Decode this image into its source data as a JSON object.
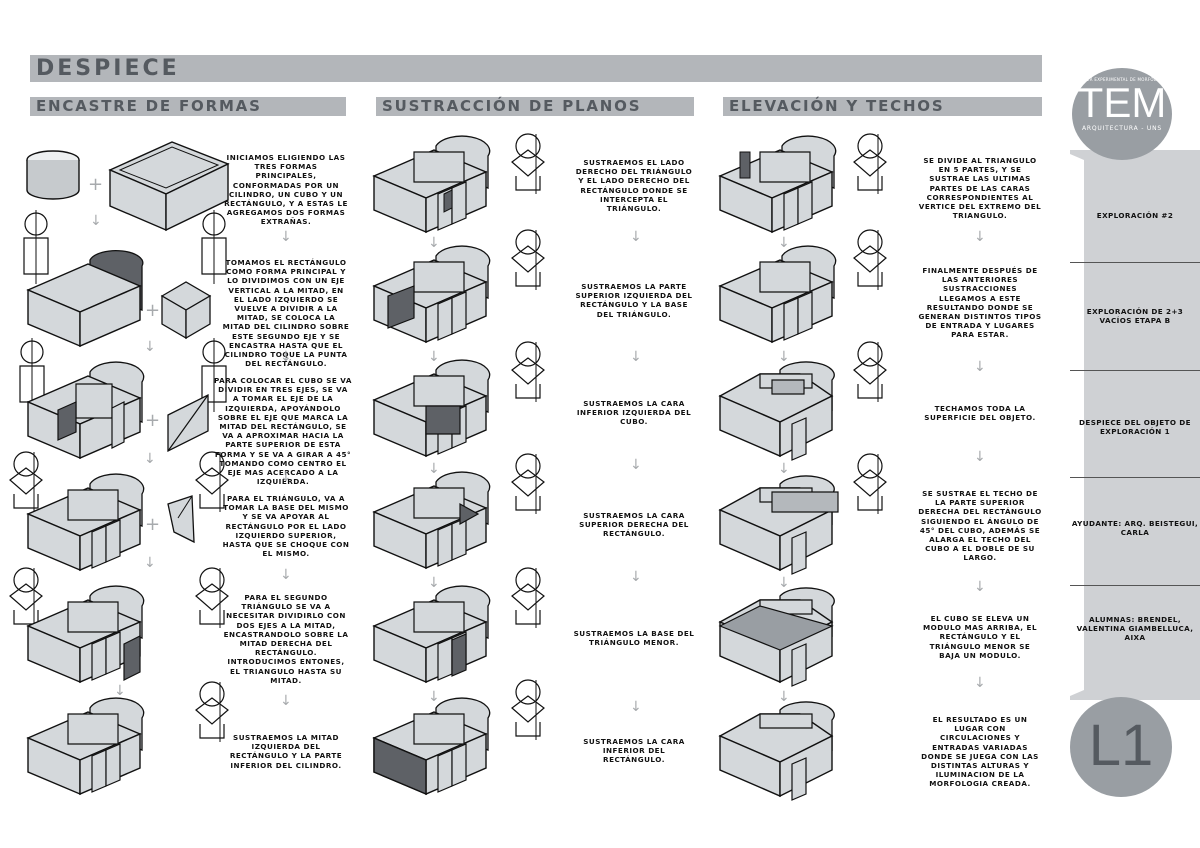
{
  "header": {
    "title": "DESPIECE",
    "sections": [
      "ENCASTRE DE FORMAS",
      "SUSTRACCIÓN DE PLANOS",
      "ELEVACIÓN Y TECHOS"
    ]
  },
  "column1_steps": [
    "INICIAMOS ELIGIENDO LAS TRES FORMAS PRINCIPALES, CONFORMADAS POR UN CILINDRO, UN CUBO Y UN RECTÁNGULO, Y A ESTAS LE AGREGAMOS DOS FORMAS EXTRAÑAS.",
    "TOMAMOS EL RECTÁNGULO COMO FORMA PRINCIPAL Y LO DIVIDIMOS CON UN EJE VERTICAL A LA MITAD, EN EL LADO IZQUIERDO SE VUELVE A DIVIDIR A LA MITAD, SE COLOCA LA MITAD DEL CILINDRO SOBRE ESTE SEGUNDO EJE Y SE ENCASTRA HASTA QUE EL CILINDRO TOQUE LA PUNTA DEL RECTÁNGULO.",
    "PARA COLOCAR EL CUBO SE VA DIVIDIR EN TRES EJES, SE VA A TOMAR EL EJE DE LA IZQUIERDA, APOYÁNDOLO SOBRE EL EJE QUE MARCA LA MITAD DEL RECTÁNGULO, SE VA A APROXIMAR HACIA LA PARTE SUPERIOR DE ESTA FORMA Y SE VA A GIRAR A 45° TOMANDO COMO CENTRO EL EJE MAS ACERCADO A LA IZQUIERDA.",
    "PARA EL TRIÁNGULO, VA A TOMAR LA BASE DEL MISMO Y SE VA APOYAR AL RECTÁNGULO POR EL LADO IZQUIERDO SUPERIOR, HASTA QUE SE CHOQUE CON EL MISMO.",
    "PARA EL SEGUNDO TRIÁNGULO SE VA A NECESITAR DIVIDIRLO CON DOS EJES A LA MITAD, ENCASTRANDOLO SOBRE LA MITAD DERECHA DEL RECTÁNGULO. INTRODUCIMOS ENTONES, EL TRIANGULO HASTA SU MITAD.",
    "SUSTRAEMOS LA MITAD IZQUIERDA DEL RECTÁNGULO Y LA PARTE INFERIOR DEL CILINDRO."
  ],
  "column2_steps": [
    "SUSTRAEMOS EL LADO DERECHO DEL TRIÁNGULO Y EL LADO DERECHO DEL RECTÁNGULO DONDE SE INTERCEPTA EL TRIÁNGULO.",
    "SUSTRAEMOS LA PARTE SUPERIOR IZQUIERDA DEL RECTÁNGULO Y LA BASE DEL TRIÁNGULO.",
    "SUSTRAEMOS LA CARA INFERIOR IZQUIERDA DEL CUBO.",
    "SUSTRAEMOS LA CARA SUPERIOR DERECHA DEL RECTÁNGULO.",
    "SUSTRAEMOS LA BASE DEL TRIÁNGULO MENOR.",
    "SUSTRAEMOS LA CARA INFERIOR DEL RECTÁNGULO."
  ],
  "column3_steps": [
    "SE DIVIDE AL TRIANGULO EN 5 PARTES, Y SE SUSTRAE LAS ULTIMAS PARTES DE LAS CARAS CORRESPONDIENTES AL VERTICE DEL EXTREMO DEL TRIANGULO.",
    "FINALMENTE DESPUÉS DE LAS ANTERIORES SUSTRACCIONES LLEGAMOS A ESTE RESULTANDO DONDE SE GENERAN DISTINTOS TIPOS DE ENTRADA Y LUGARES PARA ESTAR.",
    "TECHAMOS TODA LA SUPERFICIE DEL OBJETO.",
    "SE SUSTRAE EL TECHO DE LA PARTE SUPERIOR DERECHA DEL RECTÁNGULO SIGUIENDO EL ÁNGULO DE 45° DEL CUBO, ADEMÁS SE ALARGA EL TECHO DEL CUBO A EL DOBLE DE SU LARGO.",
    "EL CUBO SE ELEVA UN MODULO MAS ARRIBA, EL RECTÁNGULO Y EL TRIÁNGULO MENOR SE BAJA UN MODULO.",
    "EL RESULTADO ES UN LUGAR CON CIRCULACIONES Y ENTRADAS VARIADAS DONDE SE JUEGA CON LAS DISTINTAS ALTURAS Y ILUMINACION DE LA MORFOLOGIA CREADA."
  ],
  "sidebar": {
    "logo": {
      "top": "TALLER EXPERIMENTAL DE MORFOLOGÍA",
      "main": "TEM",
      "bottom": "ARQUITECTURA - UNS"
    },
    "items": [
      "EXPLORACIÓN #2",
      "EXPLORACIÓN DE 2+3 VACÍOS ETAPA B",
      "DESPIECE DEL OBJETO DE EXPLORACIÓN 1",
      "AYUDANTE: ARQ. BEISTEGUI, CARLA",
      "ALUMNAS: BRENDEL, VALENTINA GIAMBELLUCA, AIXA"
    ],
    "sheet": "L1"
  },
  "symbols": {
    "plus": "+",
    "arrow": "↓"
  },
  "colors": {
    "banner": "#b3b6ba",
    "banner_text": "#555a60",
    "shape_fill": "#d4d8db",
    "shape_dark": "#5e6166",
    "logo": "#999ea3",
    "sidebar": "#cfd1d4"
  }
}
